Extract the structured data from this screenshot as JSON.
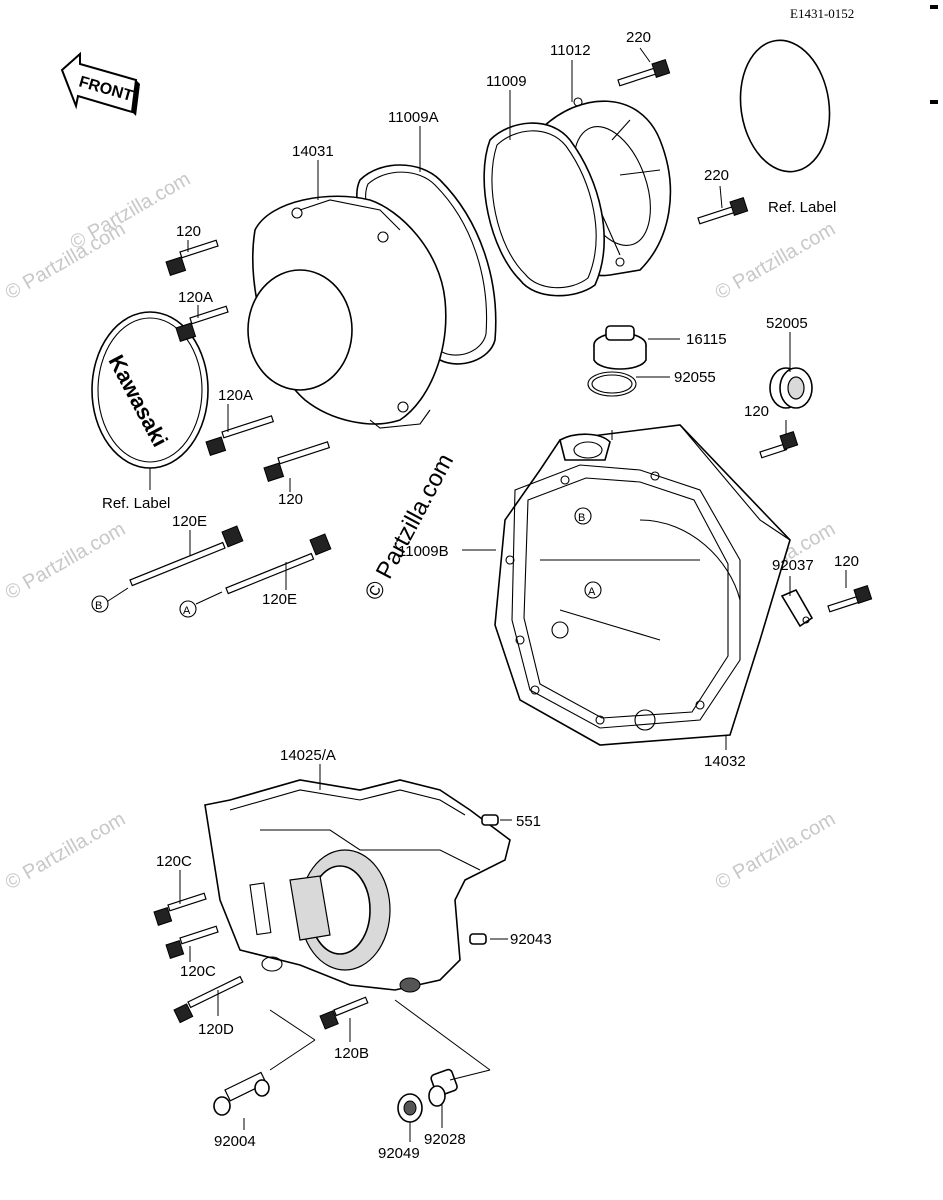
{
  "diagram_code": "E1431-0152",
  "front_label": "FRONT",
  "watermark": {
    "main": "© Partzilla.com",
    "faint": "© Partzilla.com"
  },
  "callouts": {
    "p11012": "11012",
    "p220_top": "220",
    "p11009": "11009",
    "p11009A": "11009A",
    "p14031": "14031",
    "p220_mid": "220",
    "ref_label_top": "Ref. Label",
    "p120_a": "120",
    "p120A_a": "120A",
    "p120A_b": "120A",
    "p120_b": "120",
    "ref_label_left": "Ref. Label",
    "kawasaki_badge": "Kawasaki",
    "p16115": "16115",
    "p52005": "52005",
    "p92055": "92055",
    "p120_c": "120",
    "p120E_a": "120E",
    "p120E_b": "120E",
    "p11009B": "11009B",
    "p92037": "92037",
    "p120_d": "120",
    "p14032": "14032",
    "p14025A": "14025/A",
    "p551": "551",
    "p120C_a": "120C",
    "p120C_b": "120C",
    "p92043": "92043",
    "p120D": "120D",
    "p120B": "120B",
    "p92004": "92004",
    "p92049": "92049",
    "p92028": "92028",
    "marker_A": "A",
    "marker_B": "B"
  }
}
